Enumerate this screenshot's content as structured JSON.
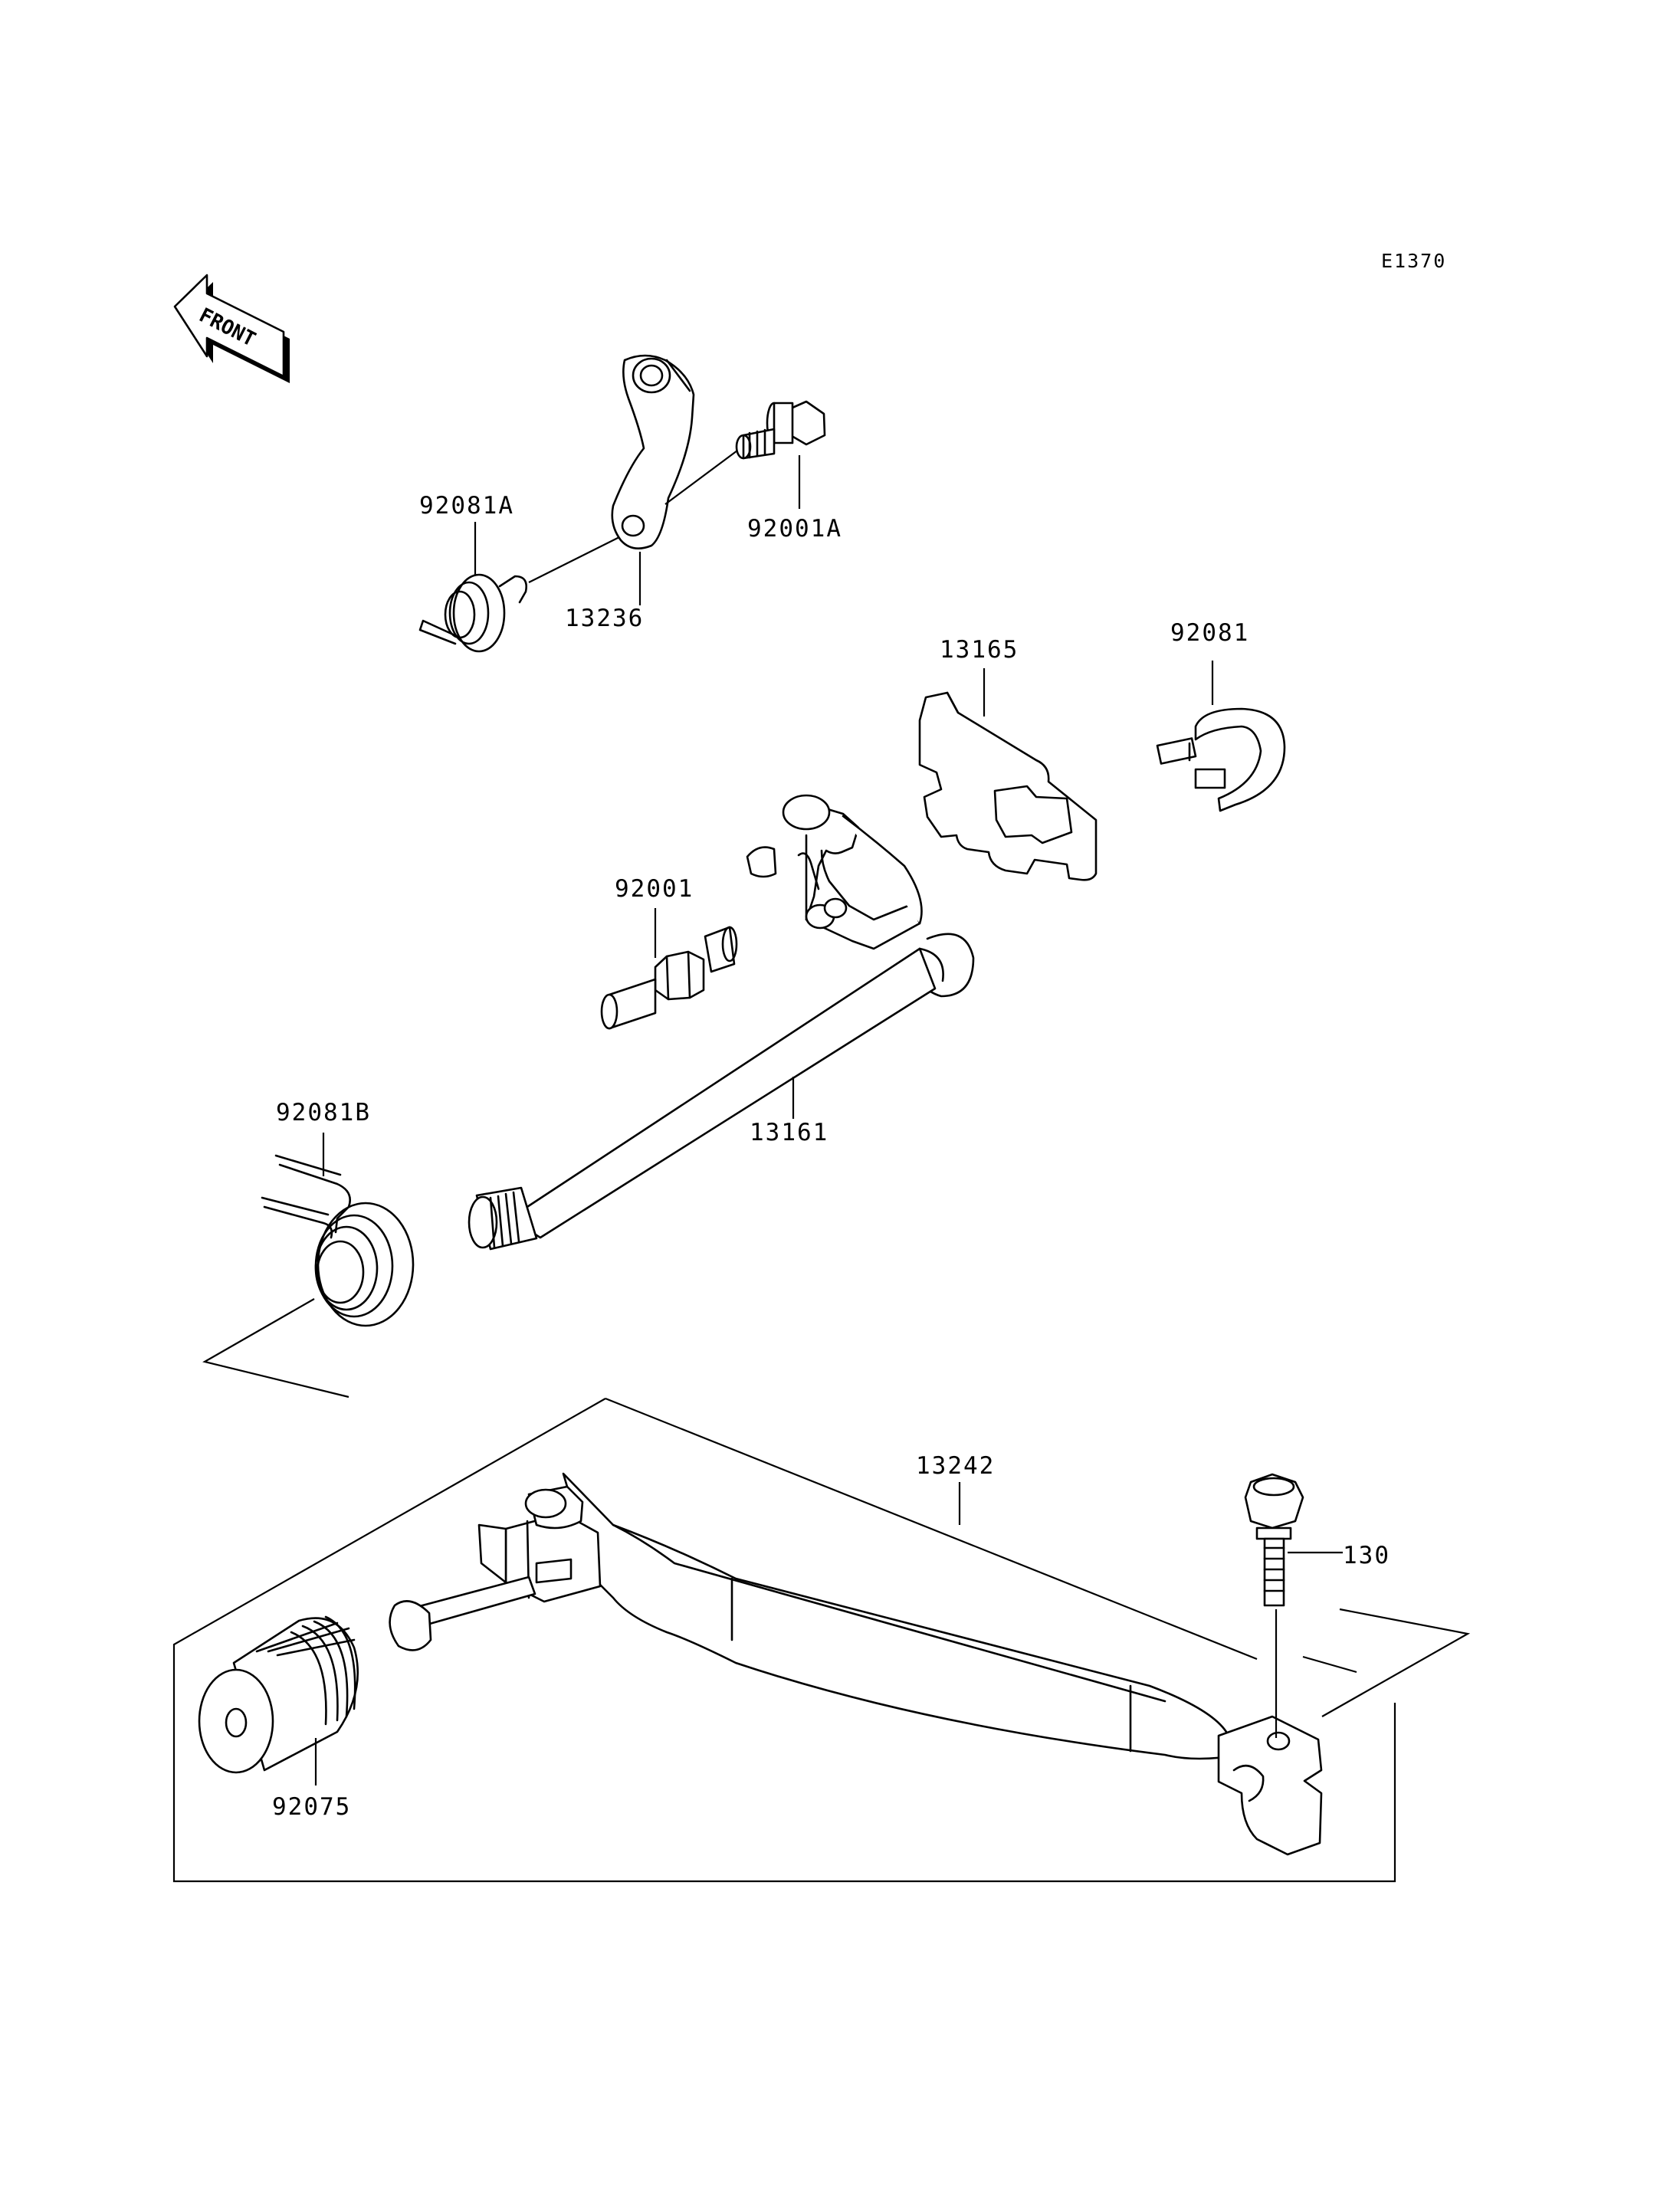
{
  "diagram": {
    "reference_code": "E1370",
    "front_label": "FRONT",
    "parts": {
      "p92081A": "92081A",
      "p92001A": "92001A",
      "p13236": "13236",
      "p13165": "13165",
      "p92081": "92081",
      "p92001": "92001",
      "p13161": "13161",
      "p92081B": "92081B",
      "p13242": "13242",
      "p130": "130",
      "p92075": "92075"
    }
  }
}
